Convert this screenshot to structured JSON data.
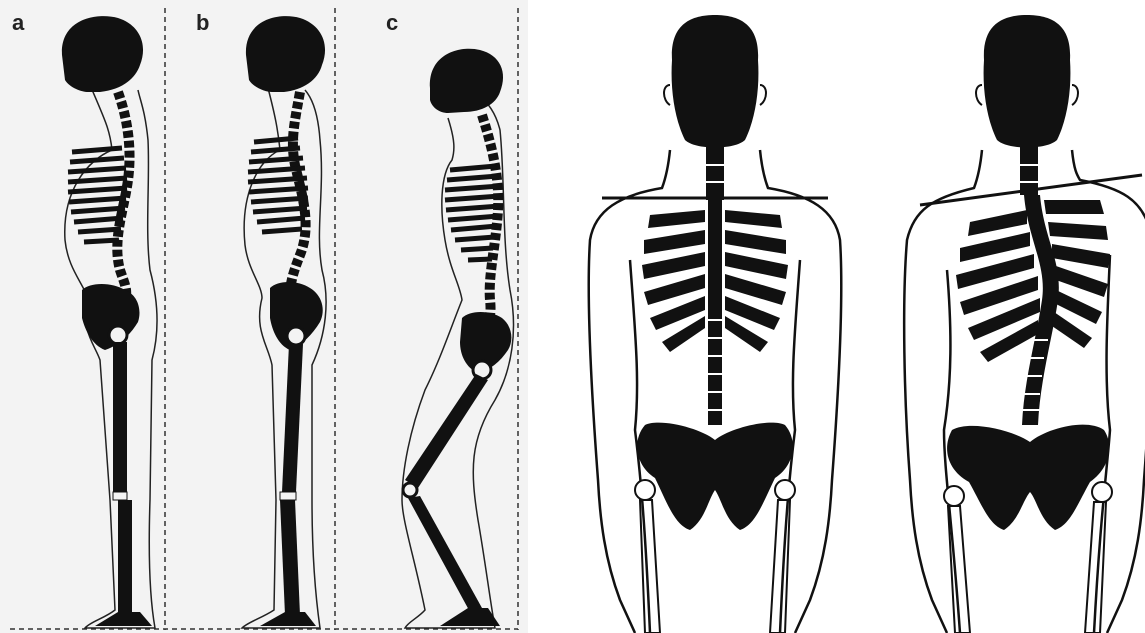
{
  "figure": {
    "panel_labels": [
      "a",
      "b",
      "c"
    ],
    "colors": {
      "bone": "#111111",
      "outline": "#222222",
      "joint": "#f3f3f3",
      "background_left": "#f3f3f3",
      "background_right": "#ffffff"
    }
  }
}
